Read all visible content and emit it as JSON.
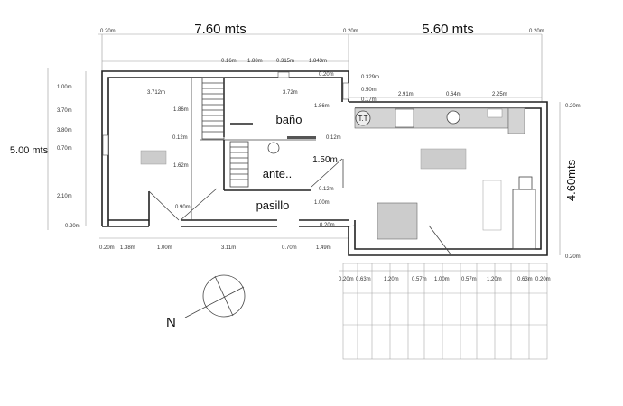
{
  "plan": {
    "overall": {
      "width_left": "7.60 mts",
      "width_right": "5.60 mts",
      "height_left": "5.00 mts",
      "height_right": "4.60mts"
    },
    "rooms": {
      "bath": "baño",
      "ante": "ante..",
      "hall": "pasillo",
      "ante_dim": "1.50m"
    },
    "fixtures": {
      "tt": "T.T"
    },
    "north": "N",
    "top_dims": [
      "0.20m",
      "0.20m",
      "0.20m",
      "0.16m",
      "1.88m",
      "0.315m",
      "1.843m",
      "0.20m"
    ],
    "right_top_dims": [
      "0.329m",
      "0.50m",
      "0.17m",
      "2.91m",
      "0.64m",
      "2.25m",
      "0.20m"
    ],
    "left_dims": [
      "1.00m",
      "3.70m",
      "3.80m",
      "0.70m",
      "2.10m",
      "0.20m"
    ],
    "interior_dims": [
      "3.712m",
      "3.72m",
      "1.86m",
      "1.86m",
      "0.12m",
      "0.12m",
      "1.62m",
      "0.12m",
      "0.90m",
      "1.00m",
      "0.20m"
    ],
    "bottom_dims": [
      "0.20m",
      "1.38m",
      "1.00m",
      "3.11m",
      "0.70m",
      "1.49m"
    ],
    "right_bottom": "0.20m",
    "kitchen_bottom_dims": [
      "0.20m",
      "0.63m",
      "1.20m",
      "0.57m",
      "1.00m",
      "0.57m",
      "1.20m",
      "0.63m",
      "0.20m"
    ]
  }
}
